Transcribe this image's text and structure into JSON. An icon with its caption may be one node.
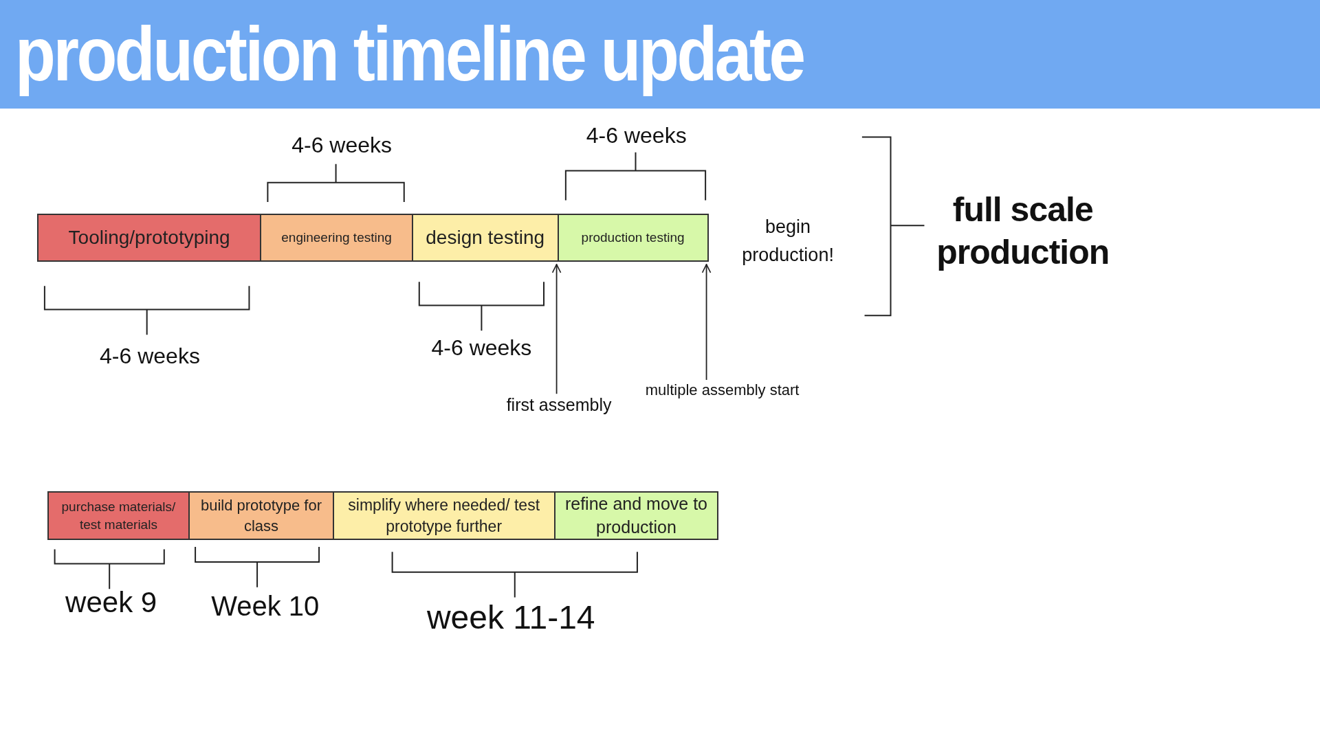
{
  "diagram": {
    "title": "production timeline update",
    "nodes": [
      {
        "text": [
          "Tooling/prototyping"
        ],
        "beside": [
          "4-6 weeks"
        ]
      },
      {
        "text": [
          "engineering testing"
        ],
        "beside": [
          "4-6 weeks"
        ]
      },
      {
        "text": [
          "design testing"
        ]
      },
      {
        "text": [
          "production testing"
        ],
        "beside": [
          "4-6 weeks"
        ]
      },
      {
        "text": [
          "purchase materials/ test materials"
        ],
        "beside": [
          "week 9"
        ]
      },
      {
        "text": [
          "build prototype for class"
        ],
        "beside": [
          "Week 10"
        ]
      },
      {
        "text": [
          "simplify where needed/ test prototype further"
        ]
      },
      {
        "text": [
          "refine and move to production"
        ]
      },
      {
        "text": [
          "first assembly"
        ]
      },
      {
        "text": [
          "multiple assembly start"
        ]
      }
    ],
    "edges": [
      {
        "from": 8,
        "to": 2,
        "arrow": "to"
      },
      {
        "from": 9,
        "to": 3,
        "arrow": "to"
      }
    ],
    "labels": [
      "begin production!",
      "full scale production",
      "4-6 weeks",
      "week 11-14"
    ]
  }
}
